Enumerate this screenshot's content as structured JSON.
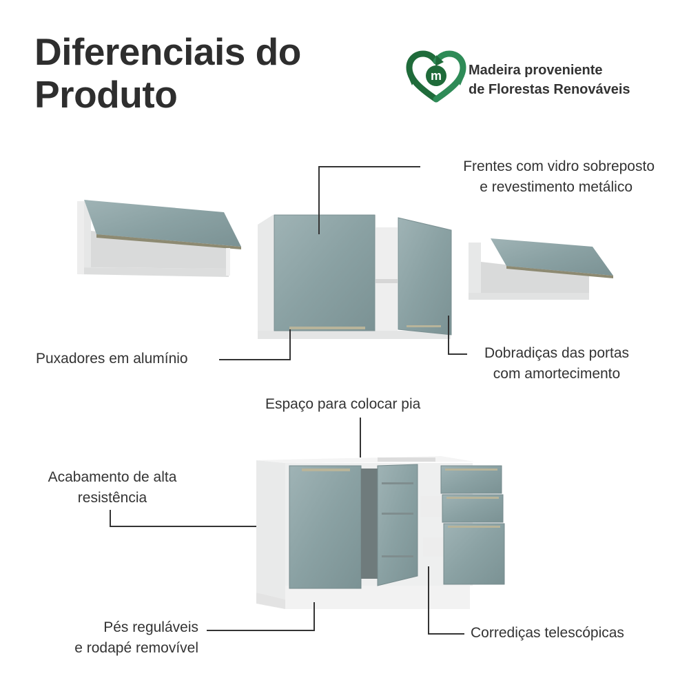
{
  "title": {
    "line1": "Diferenciais do",
    "line2": "Produto"
  },
  "badge": {
    "icon_letter": "m",
    "line1": "Madeira proveniente",
    "line2": "de Florestas Renováveis",
    "color": "#1f6b3a"
  },
  "callouts": {
    "fronts": {
      "line1": "Frentes com vidro sobreposto",
      "line2": "e revestimento metálico"
    },
    "handles": {
      "line1": "Puxadores em alumínio"
    },
    "hinges": {
      "line1": "Dobradiças das portas",
      "line2": "com amortecimento"
    },
    "sink": {
      "line1": "Espaço para colocar pia"
    },
    "finish": {
      "line1": "Acabamento de alta",
      "line2": "resistência"
    },
    "feet": {
      "line1": "Pés reguláveis",
      "line2": "e rodapé removível"
    },
    "slides": {
      "line1": "Corrediças telescópicas"
    }
  },
  "colors": {
    "glass": "#8fa6a8",
    "body": "#f2f3f3",
    "leader": "#333333",
    "handle": "#a8a27f"
  }
}
